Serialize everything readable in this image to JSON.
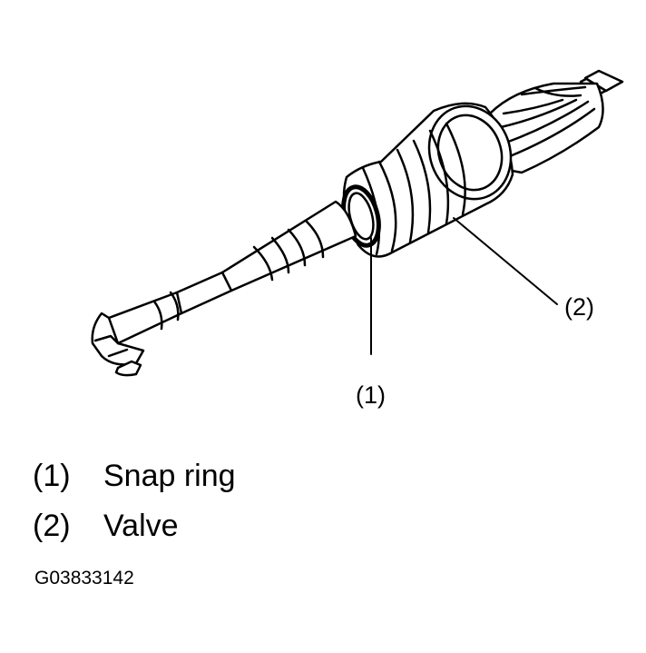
{
  "callouts": [
    {
      "number": "(1)",
      "part": "snap-ring"
    },
    {
      "number": "(2)",
      "part": "valve"
    }
  ],
  "legend": [
    {
      "number": "(1)",
      "label": "Snap ring"
    },
    {
      "number": "(2)",
      "label": "Valve"
    }
  ],
  "figure_id": "G03833142"
}
